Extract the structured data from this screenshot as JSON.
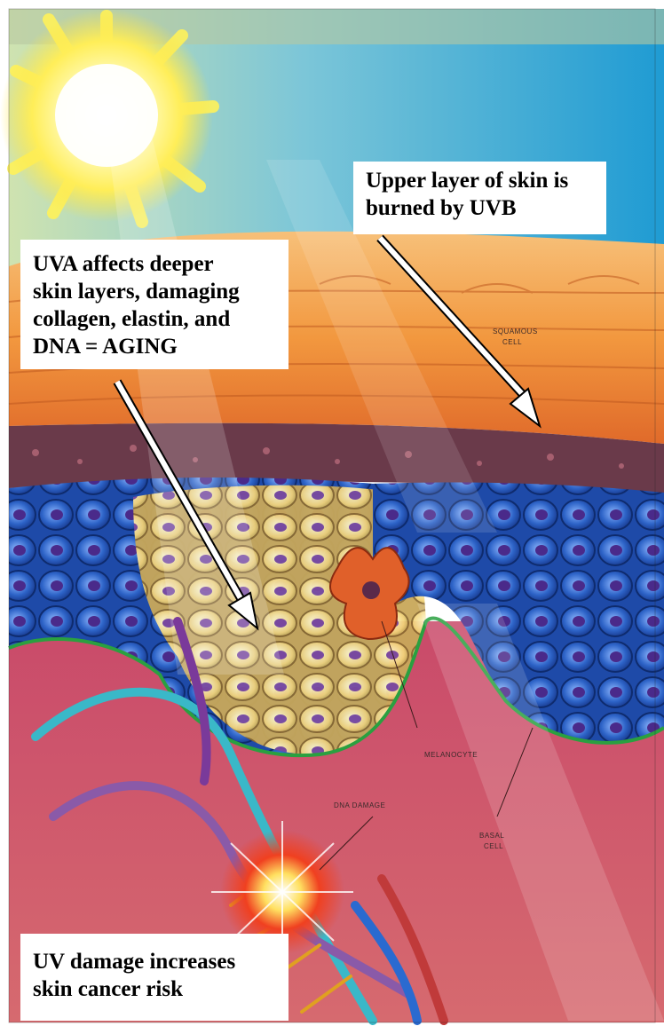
{
  "callouts": {
    "uvb": {
      "lines": [
        "Upper layer of skin is",
        "burned by UVB"
      ]
    },
    "uva": {
      "lines": [
        "UVA affects deeper",
        "skin layers, damaging",
        "collagen, elastin, and",
        "DNA = AGING"
      ]
    },
    "cancer": {
      "lines": [
        "UV damage increases",
        "skin cancer risk"
      ]
    }
  },
  "labels": {
    "squamous": [
      "SQUAMOUS",
      "CELL"
    ],
    "melanocyte": "MELANOCYTE",
    "dna_damage": "DNA DAMAGE",
    "basal": [
      "BASAL",
      "CELL"
    ]
  },
  "colors": {
    "sun": "#fff48a",
    "sky": "#2aa6d8",
    "skin_surface": "#f2a552",
    "cells_blue": "#2f66c8",
    "dermis": "#d45a72",
    "arrow": "#ffffff"
  }
}
